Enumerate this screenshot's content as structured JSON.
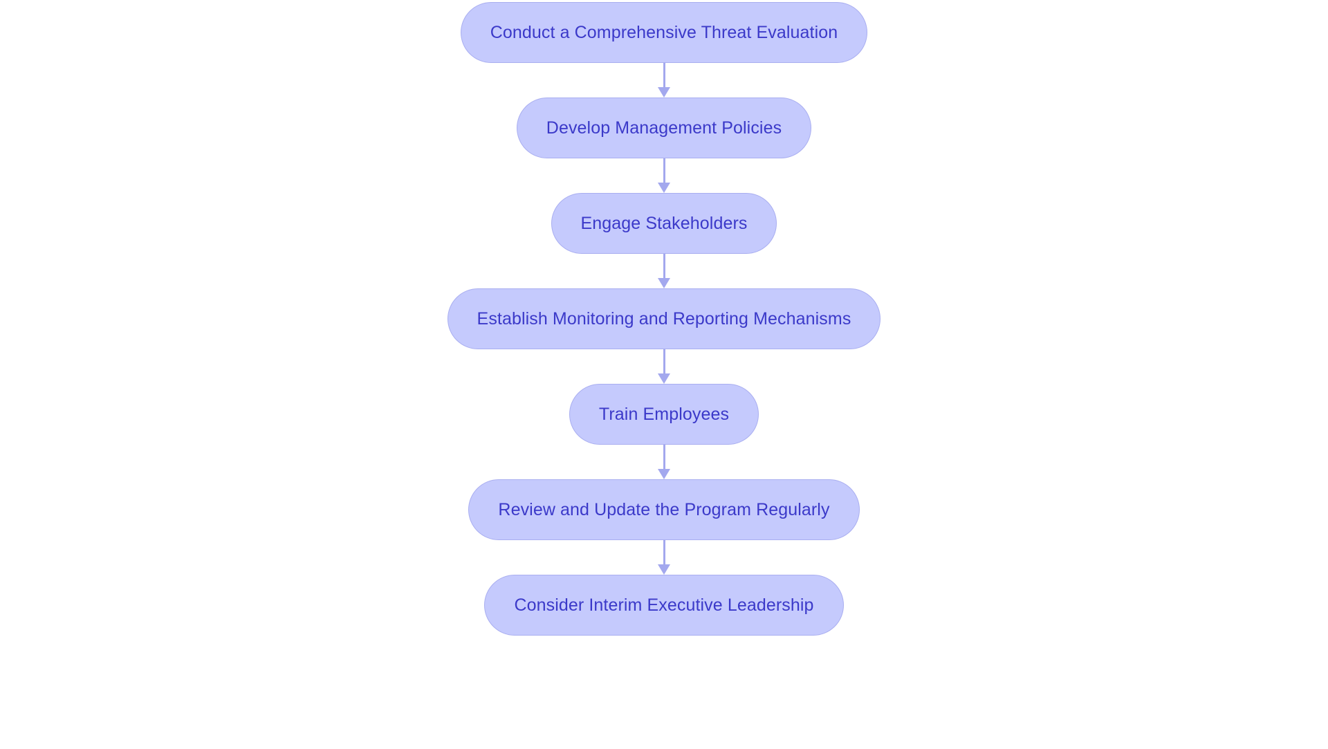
{
  "diagram": {
    "type": "flowchart",
    "orientation": "top-to-bottom",
    "background_color": "#ffffff",
    "node_fill_color": "#c5cafd",
    "node_border_color": "#a9aef0",
    "node_text_color": "#3b39c9",
    "connector_color": "#a3a8ee",
    "node_shape": "rounded-pill",
    "nodes": [
      {
        "id": "step-1",
        "label": "Conduct a Comprehensive Threat Evaluation"
      },
      {
        "id": "step-2",
        "label": "Develop Management Policies"
      },
      {
        "id": "step-3",
        "label": "Engage Stakeholders"
      },
      {
        "id": "step-4",
        "label": "Establish Monitoring and Reporting Mechanisms"
      },
      {
        "id": "step-5",
        "label": "Train Employees"
      },
      {
        "id": "step-6",
        "label": "Review and Update the Program Regularly"
      },
      {
        "id": "step-7",
        "label": "Consider Interim Executive Leadership"
      }
    ],
    "edges": [
      {
        "from": "step-1",
        "to": "step-2",
        "arrow": "down-arrow"
      },
      {
        "from": "step-2",
        "to": "step-3",
        "arrow": "down-arrow"
      },
      {
        "from": "step-3",
        "to": "step-4",
        "arrow": "down-arrow"
      },
      {
        "from": "step-4",
        "to": "step-5",
        "arrow": "down-arrow"
      },
      {
        "from": "step-5",
        "to": "step-6",
        "arrow": "down-arrow"
      },
      {
        "from": "step-6",
        "to": "step-7",
        "arrow": "down-arrow"
      }
    ]
  }
}
